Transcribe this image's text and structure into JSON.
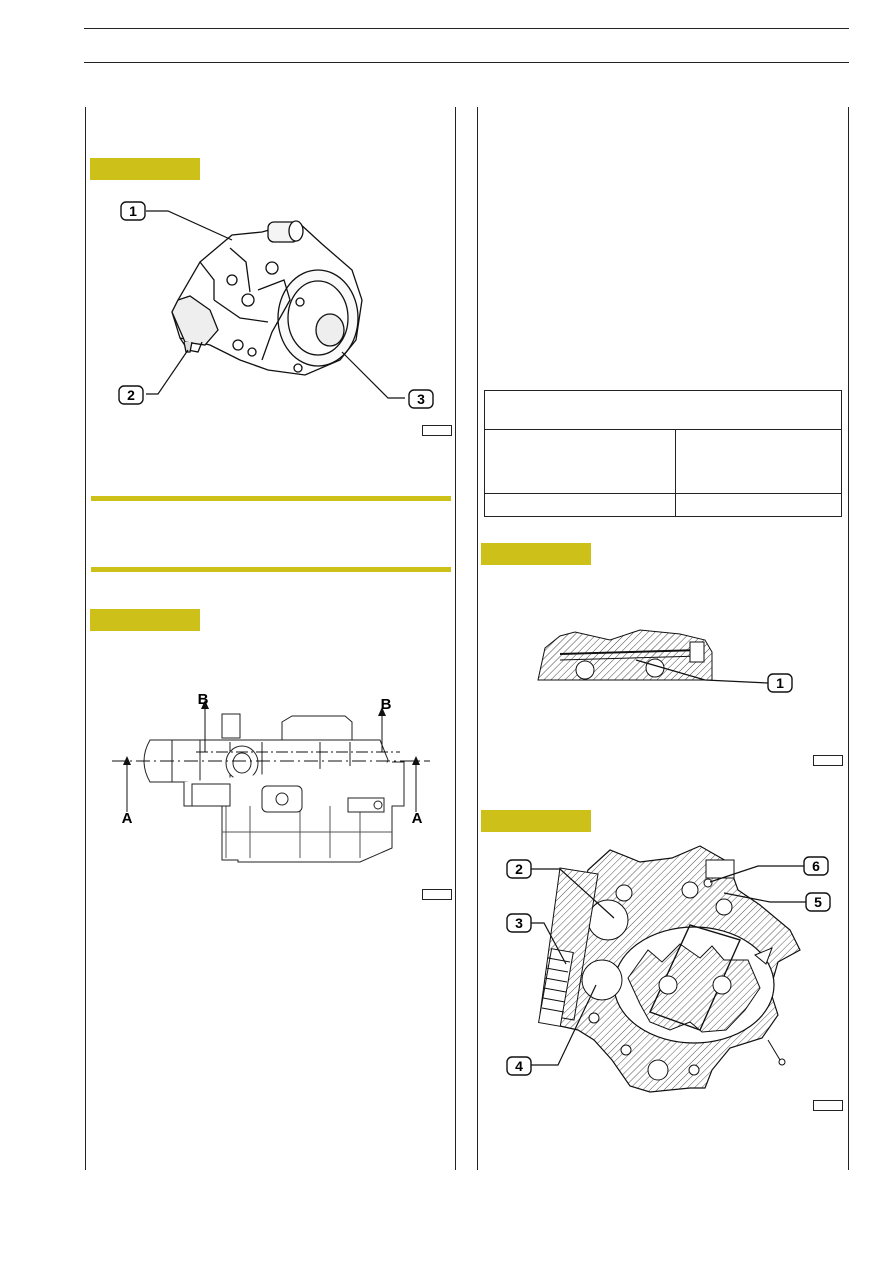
{
  "figure1": {
    "callouts": [
      "1",
      "2",
      "3"
    ]
  },
  "figure2": {
    "section_labels": [
      "B",
      "B",
      "A",
      "A"
    ]
  },
  "figure3": {
    "callouts": [
      "1"
    ]
  },
  "figure4": {
    "callouts": [
      "2",
      "3",
      "4",
      "5",
      "6"
    ]
  }
}
